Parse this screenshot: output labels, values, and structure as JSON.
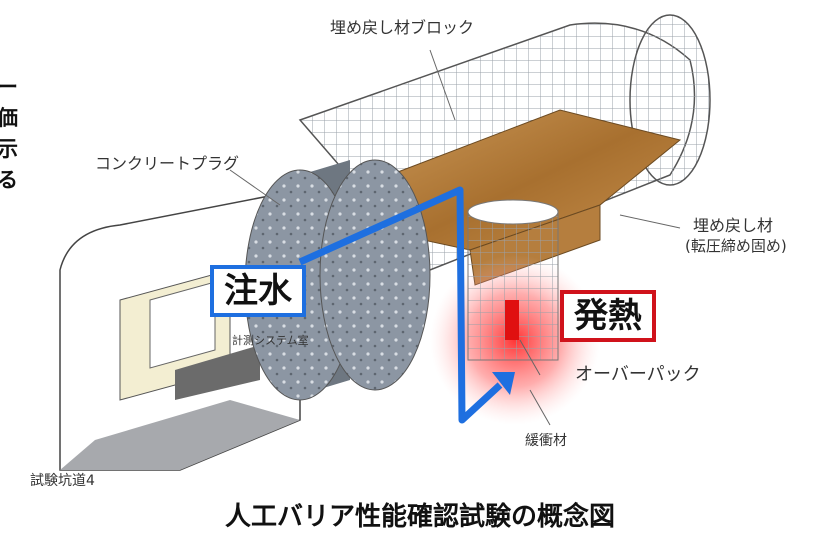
{
  "side_text": [
    "水ー",
    "評価",
    "例示",
    "する"
  ],
  "labels": {
    "backfill_block": "埋め戻し材ブロック",
    "concrete_plug": "コンクリートプラグ",
    "backfill": "埋め戻し材",
    "backfill_note": "(転圧締め固め)",
    "water_injection": "注水",
    "heating": "発熱",
    "overpack": "オーバーパック",
    "measurement_room": "計測システム室",
    "buffer": "緩衝材",
    "test_tunnel": "試験坑道4"
  },
  "caption": "人工バリア性能確認試験の概念図",
  "colors": {
    "water_arrow": "#1e6fe0",
    "heat_box": "#d0121b",
    "backfill_wood": "#b07a3c",
    "concrete": "#8c96a3",
    "heat_glow": "#ff4040"
  }
}
